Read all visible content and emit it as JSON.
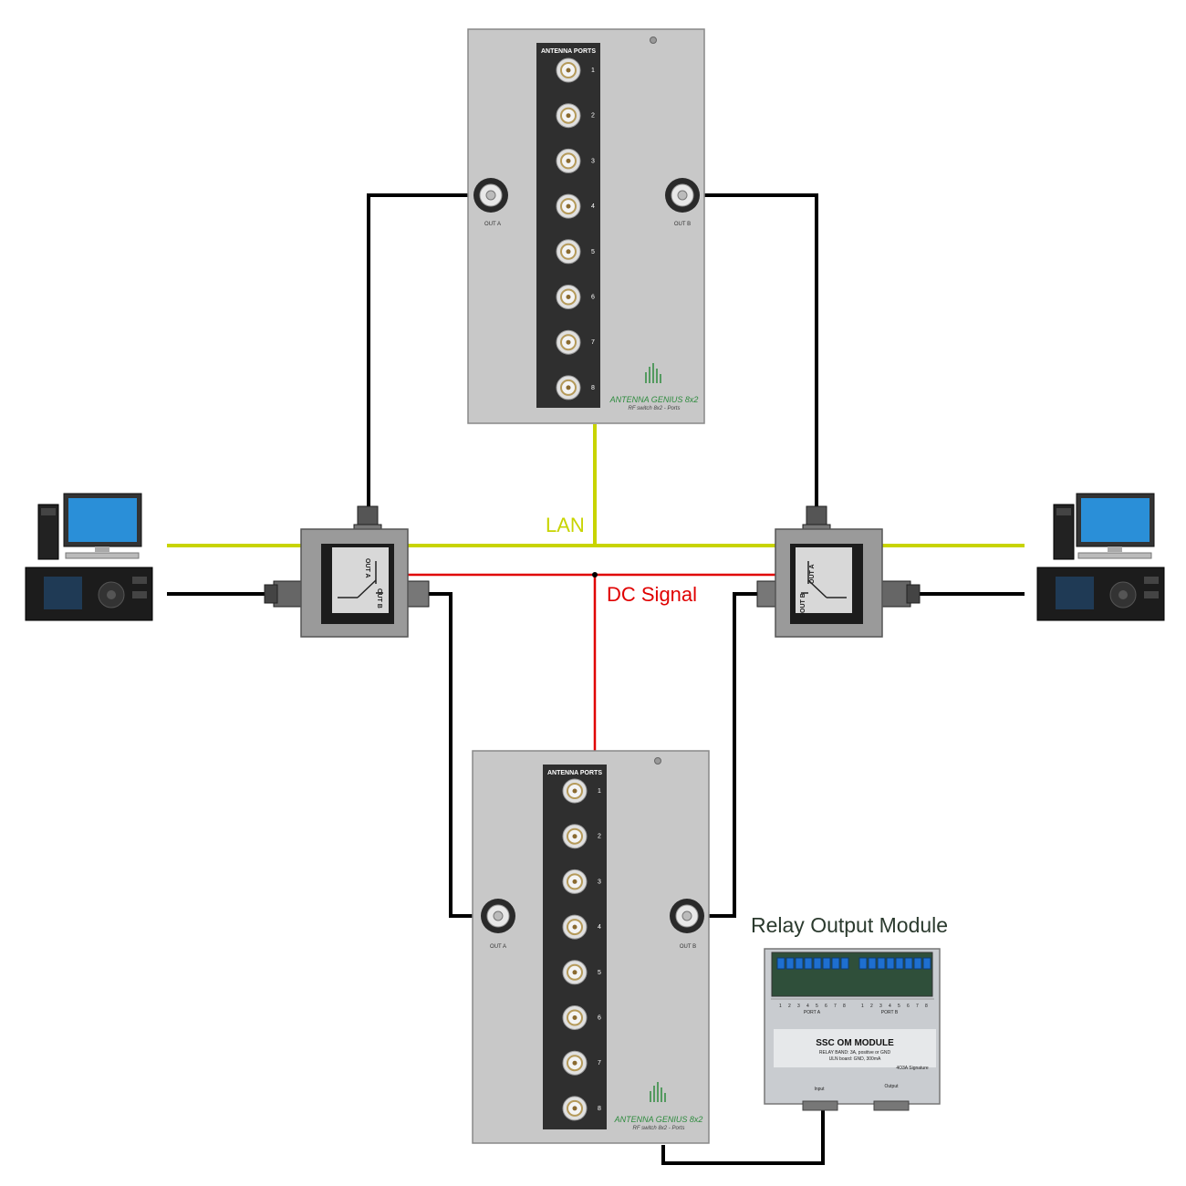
{
  "labels": {
    "lan": "LAN",
    "dc_signal": "DC Signal",
    "relay_module_title": "Relay Output Module"
  },
  "antenna_panel_top": {
    "header": "ANTENNA PORTS",
    "ports": [
      "1",
      "2",
      "3",
      "4",
      "5",
      "6",
      "7",
      "8"
    ],
    "out_a": "OUT A",
    "out_b": "OUT B",
    "product": "ANTENNA GENIUS 8x2",
    "product_sub": "RF switch 8x2 - Ports"
  },
  "antenna_panel_bottom": {
    "header": "ANTENNA PORTS",
    "ports": [
      "1",
      "2",
      "3",
      "4",
      "5",
      "6",
      "7",
      "8"
    ],
    "out_a": "OUT A",
    "out_b": "OUT B",
    "product": "ANTENNA GENIUS 8x2",
    "product_sub": "RF switch 8x2 - Ports"
  },
  "switch_left": {
    "out_a": "OUT A",
    "out_b": "OUT B"
  },
  "switch_right": {
    "out_a": "OUT A",
    "out_b": "OUT B"
  },
  "relay_module": {
    "title": "SSC OM MODULE",
    "line1": "RELAY BAND: 3A, positive or GND",
    "line2": "ULN board: GND, 300mA",
    "port_a": "PORT A",
    "port_b": "PORT B",
    "input": "Input",
    "output": "Output",
    "brand": "4O3A Signature",
    "pins": [
      "1",
      "2",
      "3",
      "4",
      "5",
      "6",
      "7",
      "8"
    ]
  },
  "colors": {
    "lan": "#c8d400",
    "dc": "#e00000",
    "coax": "#000000",
    "panel_bg": "#c8c8c8",
    "panel_strip": "#2f2f2f",
    "brand_green": "#2e8b3e"
  }
}
